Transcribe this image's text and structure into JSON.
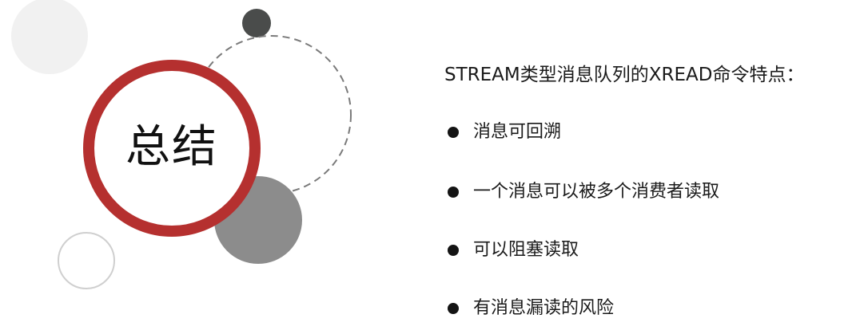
{
  "summary": {
    "title": "总结"
  },
  "content": {
    "heading": "STREAM类型消息队列的XREAD命令特点：",
    "items": [
      {
        "label": "消息可回溯"
      },
      {
        "label": "一个消息可以被多个消费者读取"
      },
      {
        "label": "可以阻塞读取"
      },
      {
        "label": "有消息漏读的风险"
      }
    ]
  },
  "colors": {
    "ring": "#b5302f",
    "dark_circle": "#4a4c4b",
    "gray_circle": "#8c8c8c",
    "light_circle": "#f1f1f1",
    "outline": "#cfcfcf",
    "dashed": "#7a7a7a"
  }
}
